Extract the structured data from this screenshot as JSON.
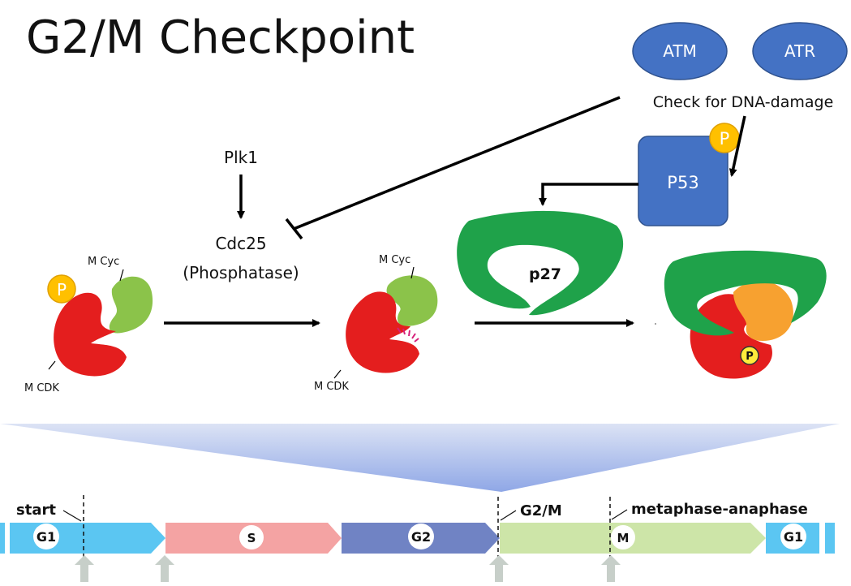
{
  "title": "G2/M Checkpoint",
  "kinases": {
    "atm": "ATM",
    "atr": "ATR",
    "check_label": "Check for DNA-damage"
  },
  "p53": {
    "label": "P53",
    "phospho": "P"
  },
  "plk1": "Plk1",
  "cdc25": {
    "name": "Cdc25",
    "role": "(Phosphatase)"
  },
  "complex_left": {
    "cyc_label": "M Cyc",
    "cdk_label": "M CDK",
    "phospho": "P"
  },
  "complex_mid": {
    "cyc_label": "M Cyc",
    "cdk_label": "M CDK"
  },
  "p27": {
    "label": "p27"
  },
  "complex_right": {
    "phospho": "P"
  },
  "cell_cycle": {
    "phases": [
      "G1",
      "S",
      "G2",
      "M",
      "G1"
    ],
    "checkpoints": [
      "start",
      "G2/M",
      "metaphase-anaphase"
    ]
  },
  "colors": {
    "blue_node": "#4472C4",
    "phospho_yellow": "#FFC000",
    "cdk_red": "#E41E1E",
    "cyc_green": "#8BC34A",
    "p27_green": "#1FA24A",
    "g1_blue": "#5BC6F2",
    "s_pink": "#F4A3A3",
    "g2_blue": "#7083C4",
    "m_green": "#CDE5A8",
    "gray_arrow": "#C7CFC9"
  }
}
